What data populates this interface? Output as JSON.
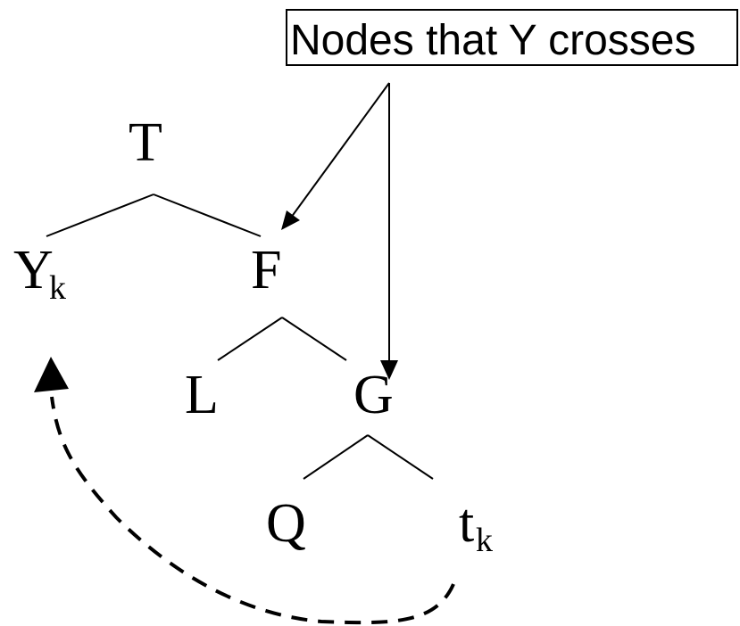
{
  "annotation": {
    "text": "Nodes that Y crosses",
    "points_to": [
      "F",
      "G"
    ]
  },
  "tree": {
    "nodes": [
      {
        "id": "T",
        "label": "T",
        "subscript": ""
      },
      {
        "id": "Y",
        "label": "Y",
        "subscript": "k"
      },
      {
        "id": "F",
        "label": "F",
        "subscript": ""
      },
      {
        "id": "L",
        "label": "L",
        "subscript": ""
      },
      {
        "id": "G",
        "label": "G",
        "subscript": ""
      },
      {
        "id": "Q",
        "label": "Q",
        "subscript": ""
      },
      {
        "id": "t",
        "label": "t",
        "subscript": "k"
      }
    ],
    "edges": [
      {
        "from": "T",
        "to": "Y"
      },
      {
        "from": "T",
        "to": "F"
      },
      {
        "from": "F",
        "to": "L"
      },
      {
        "from": "F",
        "to": "G"
      },
      {
        "from": "G",
        "to": "Q"
      },
      {
        "from": "G",
        "to": "t"
      }
    ],
    "movement": {
      "from": "t",
      "to": "Y",
      "style": "dashed"
    }
  },
  "colors": {
    "ink": "#000000",
    "background": "#ffffff"
  }
}
